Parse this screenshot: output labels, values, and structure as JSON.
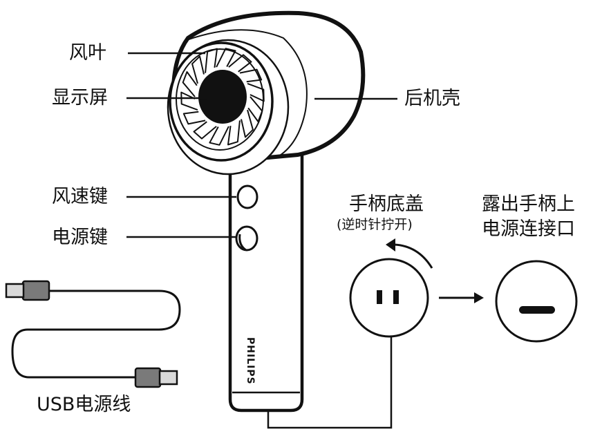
{
  "labels": {
    "fan_blade": "风叶",
    "display_screen": "显示屏",
    "rear_shell": "后机壳",
    "wind_speed_key": "风速键",
    "power_key": "电源键",
    "usb_cable": "USB电源线",
    "handle_cap_title": "手柄底盖",
    "handle_cap_note": "(逆时针拧开)",
    "exposed_line1": "露出手柄上",
    "exposed_line2": "电源连接口"
  },
  "brand": "PHILIPS",
  "colors": {
    "ink": "#111111",
    "paper": "#ffffff",
    "cable_gray": "#7a7a7a"
  }
}
